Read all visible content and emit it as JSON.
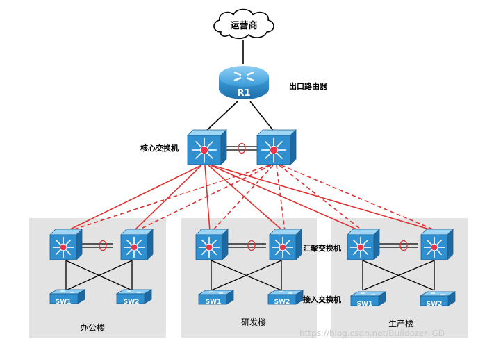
{
  "nodes": {
    "isp": "运营商",
    "router": "R1",
    "router_caption": "出口路由器",
    "core_caption": "核心交换机",
    "aggregation_caption": "汇聚交换机",
    "access_caption": "接入交换机"
  },
  "buildings": [
    {
      "name": "办公楼",
      "switches": [
        "SW1",
        "SW2"
      ]
    },
    {
      "name": "研发楼",
      "switches": [
        "SW1",
        "SW2"
      ]
    },
    {
      "name": "生产楼",
      "switches": [
        "SW1",
        "SW2"
      ]
    }
  ],
  "watermark": "https://blog.csdn.net/Buildozer_GD",
  "colors": {
    "device_blue": "#2f8fcf",
    "device_dark": "#1d6aa3",
    "link_red": "#e0302f",
    "building_fill": "#e3e3e3",
    "center_red": "#e8354a"
  },
  "icons": [
    "cloud-icon",
    "router-icon",
    "l3-switch-icon",
    "access-switch-icon"
  ]
}
